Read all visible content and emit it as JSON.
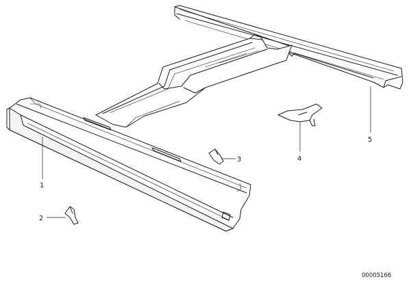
{
  "callouts": [
    {
      "id": "1",
      "text": "1"
    },
    {
      "id": "2",
      "text": "2"
    },
    {
      "id": "3",
      "text": "3"
    },
    {
      "id": "4",
      "text": "4"
    },
    {
      "id": "5",
      "text": "5"
    }
  ],
  "diagram_code": "00005166"
}
